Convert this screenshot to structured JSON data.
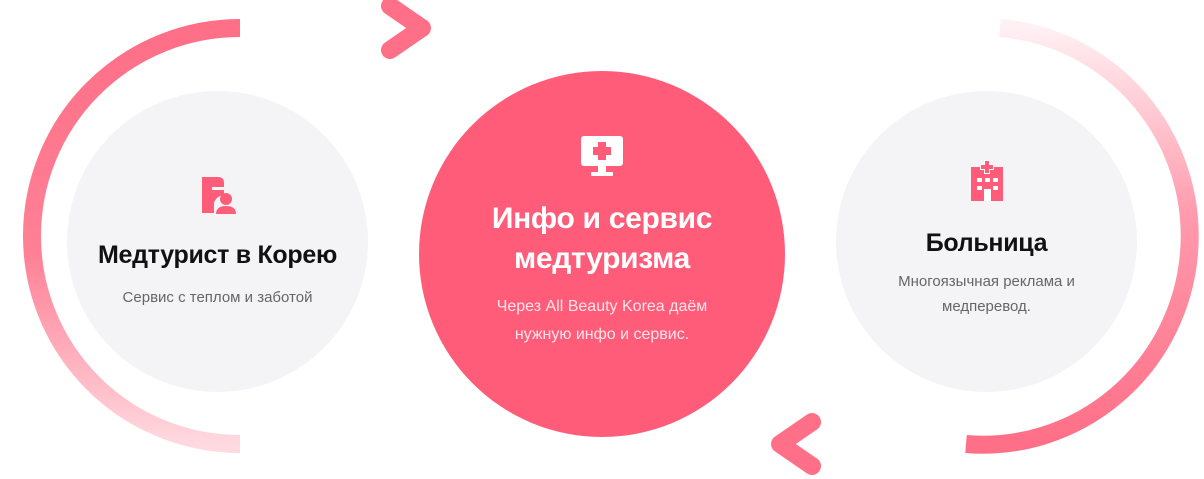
{
  "colors": {
    "accent": "#ff5c79",
    "loop": "#ff6f87",
    "side_circle": "#f4f4f6"
  },
  "nodes": {
    "left": {
      "icon": "medical-tourist-icon",
      "title": "Медтурист в Корею",
      "desc_lines": [
        "Сервис с теплом и заботой"
      ]
    },
    "center": {
      "icon": "medical-monitor-icon",
      "title_lines": [
        "Инфо и сервис",
        "медтуризма"
      ],
      "desc_lines": [
        "Через All Beauty Korea даём",
        "нужную инфо и сервис."
      ]
    },
    "right": {
      "icon": "hospital-building-icon",
      "title": "Больница",
      "desc_lines": [
        "Многоязычная реклама и",
        "медперевод."
      ]
    }
  }
}
